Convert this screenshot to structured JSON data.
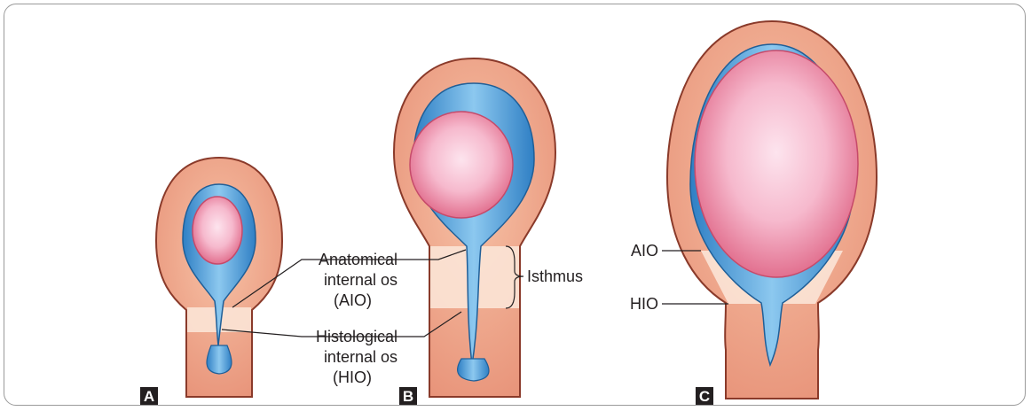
{
  "panels": [
    {
      "id": "A",
      "label": "A"
    },
    {
      "id": "B",
      "label": "B"
    },
    {
      "id": "C",
      "label": "C"
    }
  ],
  "labels": {
    "aio_line1": "Anatomical",
    "aio_line2": "internal os",
    "aio_line3": "(AIO)",
    "hio_line1": "Histological",
    "hio_line2": "internal os",
    "hio_line3": "(HIO)",
    "isthmus": "Isthmus",
    "aio_short": "AIO",
    "hio_short": "HIO"
  },
  "colors": {
    "uterine_wall": "#f0a888",
    "wall_outline": "#8a3a2a",
    "amniotic_fluid": "#5aa6dc",
    "fetal_sac": "#f2a6bf",
    "isthmus_band": "#fbe4d6",
    "cervix_rings": "#c99a4e",
    "badge": "#231f20"
  }
}
